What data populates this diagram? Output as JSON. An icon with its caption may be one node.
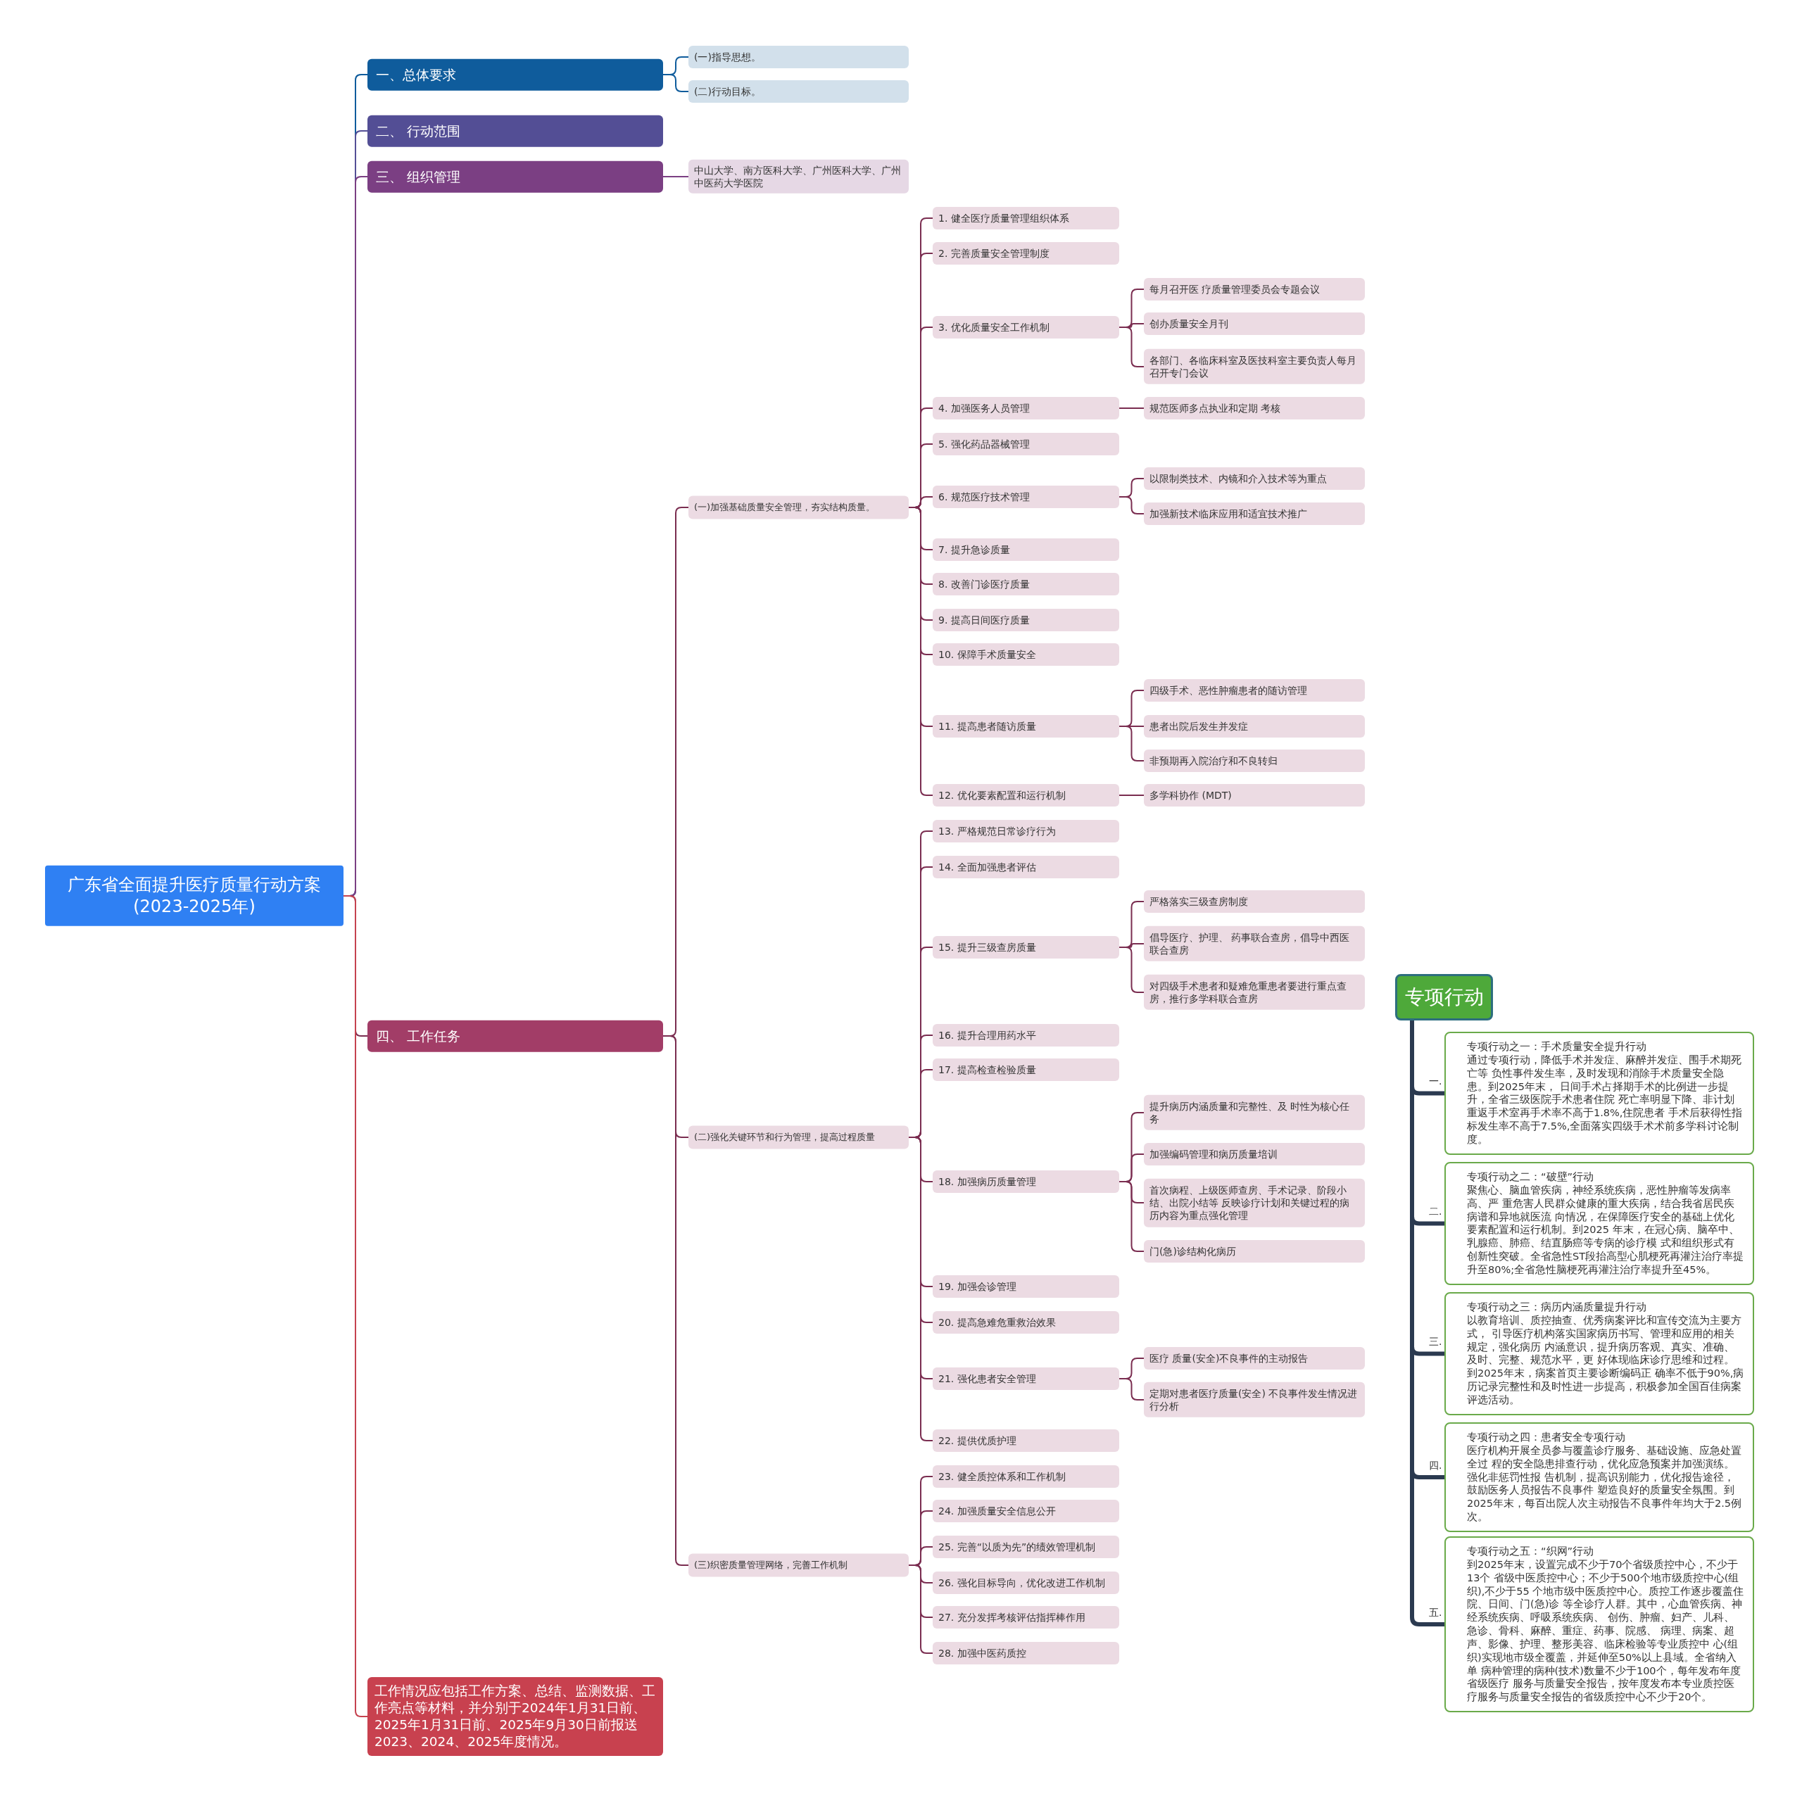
{
  "diagram": {
    "nodes": [
      {
        "text": [
          "广东省全面提升医疗质量行动方案(2023-2025年)"
        ]
      },
      {
        "text": [
          "一、总体要求"
        ]
      },
      {
        "text": [
          "(一)指导思想。"
        ]
      },
      {
        "text": [
          "(二)行动目标。"
        ]
      },
      {
        "text": [
          "二、 行动范围"
        ]
      },
      {
        "text": [
          "三、 组织管理"
        ]
      },
      {
        "text": [
          "中山大学、南方医科大学、广州医科大学、广州中医药大学医院"
        ]
      },
      {
        "text": [
          "四、 工作任务"
        ]
      },
      {
        "text": [
          "(一)加强基础质量安全管理，夯实结构质量。"
        ]
      },
      {
        "text": [
          "1. 健全医疗质量管理组织体系"
        ]
      },
      {
        "text": [
          "2. 完善质量安全管理制度"
        ]
      },
      {
        "text": [
          "3. 优化质量安全工作机制"
        ]
      },
      {
        "text": [
          "每月召开医 疗质量管理委员会专题会议"
        ]
      },
      {
        "text": [
          "创办质量安全月刊"
        ]
      },
      {
        "text": [
          "各部门、各临床科室及医技科室主要负责人每月召开专门会议"
        ]
      },
      {
        "text": [
          "4. 加强医务人员管理"
        ]
      },
      {
        "text": [
          "规范医师多点执业和定期 考核"
        ]
      },
      {
        "text": [
          "5. 强化药品器械管理"
        ]
      },
      {
        "text": [
          "6. 规范医疗技术管理"
        ]
      },
      {
        "text": [
          "以限制类技术、内镜和介入技术等为重点"
        ]
      },
      {
        "text": [
          "加强新技术临床应用和适宜技术推广"
        ]
      },
      {
        "text": [
          "7. 提升急诊质量"
        ]
      },
      {
        "text": [
          "8. 改善门诊医疗质量"
        ]
      },
      {
        "text": [
          "9. 提高日间医疗质量"
        ]
      },
      {
        "text": [
          "10. 保障手术质量安全"
        ]
      },
      {
        "text": [
          "11. 提高患者随访质量"
        ]
      },
      {
        "text": [
          "四级手术、恶性肿瘤患者的随访管理"
        ]
      },
      {
        "text": [
          "患者出院后发生并发症"
        ]
      },
      {
        "text": [
          "非预期再入院治疗和不良转归"
        ]
      },
      {
        "text": [
          "12. 优化要素配置和运行机制"
        ]
      },
      {
        "text": [
          "多学科协作 (MDT)"
        ]
      },
      {
        "text": [
          "(二)强化关键环节和行为管理，提高过程质量"
        ]
      },
      {
        "text": [
          "13. 严格规范日常诊疗行为"
        ]
      },
      {
        "text": [
          "14. 全面加强患者评估"
        ]
      },
      {
        "text": [
          "15. 提升三级查房质量"
        ]
      },
      {
        "text": [
          "严格落实三级查房制度"
        ]
      },
      {
        "text": [
          "倡导医疗、护理、 药事联合查房，倡导中西医联合查房"
        ]
      },
      {
        "text": [
          "对四级手术患者和疑难危重患者要进行重点查房，推行多学科联合查房"
        ]
      },
      {
        "text": [
          "16. 提升合理用药水平"
        ]
      },
      {
        "text": [
          "17. 提高检查检验质量"
        ]
      },
      {
        "text": [
          "18. 加强病历质量管理"
        ]
      },
      {
        "text": [
          "提升病历内涵质量和完整性、及 时性为核心任务"
        ]
      },
      {
        "text": [
          "加强编码管理和病历质量培训"
        ]
      },
      {
        "text": [
          "首次病程、上级医师查房、手术记录、阶段小结、出院小结等 反映诊疗计划和关键过程的病历内容为重点强化管理"
        ]
      },
      {
        "text": [
          "门(急)诊结构化病历"
        ]
      },
      {
        "text": [
          "19. 加强会诊管理"
        ]
      },
      {
        "text": [
          "20. 提高急难危重救治效果"
        ]
      },
      {
        "text": [
          "21. 强化患者安全管理"
        ]
      },
      {
        "text": [
          "医疗 质量(安全)不良事件的主动报告"
        ]
      },
      {
        "text": [
          "定期对患者医疗质量(安全) 不良事件发生情况进行分析"
        ]
      },
      {
        "text": [
          "22. 提供优质护理"
        ]
      },
      {
        "text": [
          "(三)织密质量管理网络，完善工作机制"
        ]
      },
      {
        "text": [
          "23. 健全质控体系和工作机制"
        ]
      },
      {
        "text": [
          "24. 加强质量安全信息公开"
        ]
      },
      {
        "text": [
          "25. 完善“以质为先”的绩效管理机制"
        ]
      },
      {
        "text": [
          "26. 强化目标导向，优化改进工作机制"
        ]
      },
      {
        "text": [
          "27. 充分发挥考核评估指挥棒作用"
        ]
      },
      {
        "text": [
          "28. 加强中医药质控"
        ]
      },
      {
        "text": [
          "工作情况应包括工作方案、总结、监测数据、工作亮点等材料，并分别于2024年1月31日前、2025年1月31日前、2025年9月30日前报送2023、2024、2025年度情况。"
        ]
      },
      {
        "text": [
          "专项行动"
        ]
      },
      {
        "text": [
          "专项行动之一：手术质量安全提升行动",
          "通过专项行动，降低手术并发症、麻醉并发症、围手术期死亡等 负性事件发生率，及时发现和消除手术质量安全隐患。到2025年末， 日间手术占择期手术的比例进一步提升，全省三级医院手术患者住院 死亡率明显下降、非计划重返手术室再手术率不高于1.8%,住院患者 手术后获得性指标发生率不高于7.5%,全面落实四级手术术前多学科讨论制度。"
        ],
        "beside": [
          "一."
        ]
      },
      {
        "text": [
          "专项行动之二：“破壁”行动",
          "聚焦心、脑血管疾病，神经系统疾病，恶性肿瘤等发病率高、严 重危害人民群众健康的重大疾病，结合我省居民疾病谱和异地就医流 向情况，在保障医疗安全的基础上优化要素配置和运行机制。到2025 年末，在冠心病、脑卒中、乳腺癌、肺癌、结直肠癌等专病的诊疗模 式和组织形式有创新性突破。全省急性ST段抬高型心肌梗死再灌注治疗率提升至80%;全省急性脑梗死再灌注治疗率提升至45%。"
        ],
        "beside": [
          "二."
        ]
      },
      {
        "text": [
          "专项行动之三：病历内涵质量提升行动",
          "以教育培训、质控抽查、优秀病案评比和宣传交流为主要方式， 引导医疗机构落实国家病历书写、管理和应用的相关规定，强化病历 内涵意识，提升病历客观、真实、准确、及时、完整、规范水平，更 好体现临床诊疗思维和过程。到2025年末，病案首页主要诊断编码正 确率不低于90%,病历记录完整性和及时性进一步提高，积极参加全国百佳病案评选活动。"
        ],
        "beside": [
          "三."
        ]
      },
      {
        "text": [
          "专项行动之四：患者安全专项行动",
          "医疗机构开展全员参与覆盖诊疗服务、基础设施、应急处置全过 程的安全隐患排查行动，优化应急预案并加强演练。强化非惩罚性报 告机制，提高识别能力，优化报告途径，鼓励医务人员报告不良事件 塑造良好的质量安全氛围。到2025年末，每百出院人次主动报告不良事件年均大于2.5例次。"
        ],
        "beside": [
          "四."
        ]
      },
      {
        "text": [
          "专项行动之五：“织网”行动",
          "到2025年末，设置完成不少于70个省级质控中心，不少于13个 省级中医质控中心；不少于500个地市级质控中心(组织),不少于55 个地市级中医质控中心。质控工作逐步覆盖住院、日间、门(急)诊 等全诊疗人群。其中，心血管疾病、神经系统疾病、呼吸系统疾病、 创伤、肿瘤、妇产、儿科、急诊、骨科、麻醉、重症、药事、院感、 病理、病案、超声、影像、护理、整形美容、临床检验等专业质控中 心(组织)实现地市级全覆盖，并延伸至50%以上县域。全省纳入单 病种管理的病种(技术)数量不少于100个，每年发布年度省级医疗 服务与质量安全报告，按年度发布本专业质控医疗服务与质量安全报告的省级质控中心不少于20个。"
        ],
        "beside": [
          "五."
        ]
      }
    ],
    "edges": [
      {
        "from": 0,
        "to": 1,
        "arrow": "none",
        "color": "#0f5c9c"
      },
      {
        "from": 1,
        "to": 2,
        "arrow": "none",
        "color": "#0f5c9c"
      },
      {
        "from": 1,
        "to": 3,
        "arrow": "none",
        "color": "#0f5c9c"
      },
      {
        "from": 0,
        "to": 4,
        "arrow": "none",
        "color": "#544f96"
      },
      {
        "from": 0,
        "to": 5,
        "arrow": "none",
        "color": "#7b3f83"
      },
      {
        "from": 5,
        "to": 6,
        "arrow": "none",
        "color": "#7b3f83"
      },
      {
        "from": 0,
        "to": 7,
        "arrow": "none"
      },
      {
        "from": 7,
        "to": 8,
        "arrow": "none"
      },
      {
        "from": 8,
        "to": 9,
        "arrow": "none"
      },
      {
        "from": 8,
        "to": 10,
        "arrow": "none"
      },
      {
        "from": 8,
        "to": 11,
        "arrow": "none"
      },
      {
        "from": 11,
        "to": 12,
        "arrow": "none"
      },
      {
        "from": 11,
        "to": 13,
        "arrow": "none"
      },
      {
        "from": 11,
        "to": 14,
        "arrow": "none"
      },
      {
        "from": 8,
        "to": 15,
        "arrow": "none"
      },
      {
        "from": 15,
        "to": 16,
        "arrow": "none"
      },
      {
        "from": 8,
        "to": 17,
        "arrow": "none"
      },
      {
        "from": 8,
        "to": 18,
        "arrow": "none"
      },
      {
        "from": 18,
        "to": 19,
        "arrow": "none"
      },
      {
        "from": 18,
        "to": 20,
        "arrow": "none"
      },
      {
        "from": 8,
        "to": 21,
        "arrow": "none"
      },
      {
        "from": 8,
        "to": 22,
        "arrow": "none"
      },
      {
        "from": 8,
        "to": 23,
        "arrow": "none"
      },
      {
        "from": 8,
        "to": 24,
        "arrow": "none"
      },
      {
        "from": 8,
        "to": 25,
        "arrow": "none"
      },
      {
        "from": 25,
        "to": 26,
        "arrow": "none"
      },
      {
        "from": 25,
        "to": 27,
        "arrow": "none"
      },
      {
        "from": 25,
        "to": 28,
        "arrow": "none"
      },
      {
        "from": 8,
        "to": 29,
        "arrow": "none"
      },
      {
        "from": 29,
        "to": 30,
        "arrow": "none"
      },
      {
        "from": 7,
        "to": 31,
        "arrow": "none"
      },
      {
        "from": 31,
        "to": 32,
        "arrow": "none"
      },
      {
        "from": 31,
        "to": 33,
        "arrow": "none"
      },
      {
        "from": 31,
        "to": 34,
        "arrow": "none"
      },
      {
        "from": 34,
        "to": 35,
        "arrow": "none"
      },
      {
        "from": 34,
        "to": 36,
        "arrow": "none"
      },
      {
        "from": 34,
        "to": 37,
        "arrow": "none"
      },
      {
        "from": 31,
        "to": 38,
        "arrow": "none"
      },
      {
        "from": 31,
        "to": 39,
        "arrow": "none"
      },
      {
        "from": 31,
        "to": 40,
        "arrow": "none"
      },
      {
        "from": 40,
        "to": 41,
        "arrow": "none"
      },
      {
        "from": 40,
        "to": 42,
        "arrow": "none"
      },
      {
        "from": 40,
        "to": 43,
        "arrow": "none"
      },
      {
        "from": 40,
        "to": 44,
        "arrow": "none"
      },
      {
        "from": 31,
        "to": 45,
        "arrow": "none"
      },
      {
        "from": 31,
        "to": 46,
        "arrow": "none"
      },
      {
        "from": 31,
        "to": 47,
        "arrow": "none"
      },
      {
        "from": 47,
        "to": 48,
        "arrow": "none"
      },
      {
        "from": 47,
        "to": 49,
        "arrow": "none"
      },
      {
        "from": 31,
        "to": 50,
        "arrow": "none"
      },
      {
        "from": 7,
        "to": 51,
        "arrow": "none"
      },
      {
        "from": 51,
        "to": 52,
        "arrow": "none"
      },
      {
        "from": 51,
        "to": 53,
        "arrow": "none"
      },
      {
        "from": 51,
        "to": 54,
        "arrow": "none"
      },
      {
        "from": 51,
        "to": 55,
        "arrow": "none"
      },
      {
        "from": 51,
        "to": 56,
        "arrow": "none"
      },
      {
        "from": 51,
        "to": 57,
        "arrow": "none"
      },
      {
        "from": 0,
        "to": 58,
        "arrow": "none",
        "color": "#c5424f"
      },
      {
        "from": 59,
        "to": 60,
        "arrow": "none",
        "style": "thick",
        "color": "#2b3a50"
      },
      {
        "from": 59,
        "to": 61,
        "arrow": "none",
        "style": "thick",
        "color": "#2b3a50"
      },
      {
        "from": 59,
        "to": 62,
        "arrow": "none",
        "style": "thick",
        "color": "#2b3a50"
      },
      {
        "from": 59,
        "to": 63,
        "arrow": "none",
        "style": "thick",
        "color": "#2b3a50"
      },
      {
        "from": 59,
        "to": 64,
        "arrow": "none",
        "style": "thick",
        "color": "#2b3a50"
      }
    ]
  }
}
